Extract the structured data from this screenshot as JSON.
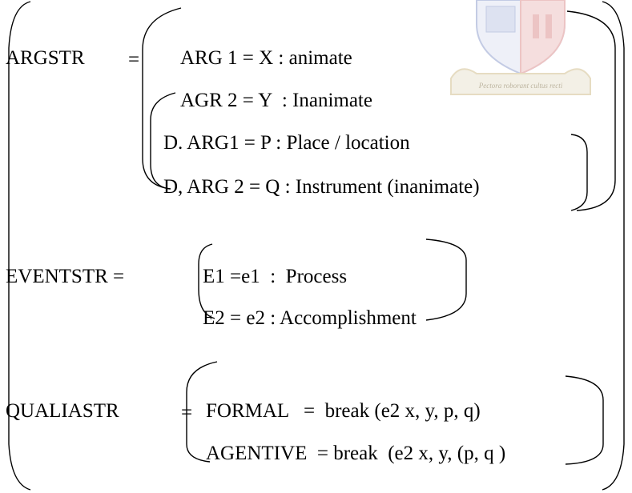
{
  "argstr": {
    "label": "ARGSTR",
    "eq": "=",
    "lines": [
      "ARG 1 = X : animate",
      "AGR 2 = Y  : Inanimate",
      "D. ARG1 = P : Place / location",
      "D, ARG 2 = Q : Instrument (inanimate)"
    ]
  },
  "eventstr": {
    "label": "EVENTSTR =",
    "lines": [
      "E1 =e1  :  Process",
      "E2 = e2 : Accomplishment"
    ]
  },
  "qualiastr": {
    "label": "QUALIASTR",
    "eq": "=",
    "lines": [
      "FORMAL   =  break (e2 x, y, p, q)",
      "AGENTIVE  = break  (e2 x, y, (p, q )"
    ]
  },
  "watermark": {
    "motto": "Pectora roborant cultus recti",
    "colors": {
      "blue": "#c3cbe4",
      "red": "#ecc4c4",
      "tan": "#e6dcc2",
      "motto": "#bdb5a0"
    }
  }
}
